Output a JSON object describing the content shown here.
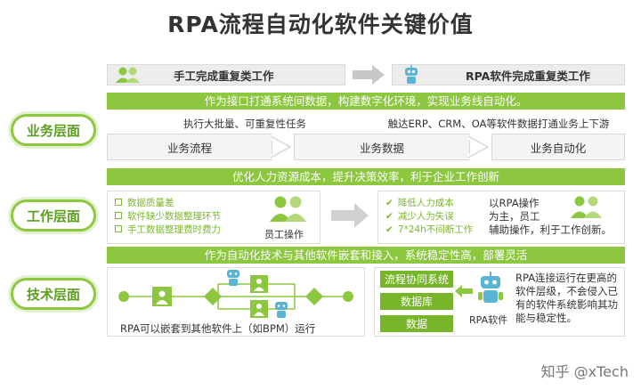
{
  "title": "RPA流程自动化软件关键价值",
  "header": {
    "left": "手工完成重复类工作",
    "right": "RPA软件完成重复类工作"
  },
  "business": {
    "label": "业务层面",
    "banner": "作为接口打通系统间数据，构建数字化环境，实现业务线自动化。",
    "left_desc": "执行大批量、可重复性任务",
    "right_desc": "触达ERP、CRM、OA等软件数据打通业务上下游",
    "flow": [
      "业务流程",
      "业务数据",
      "业务自动化"
    ]
  },
  "work": {
    "label": "工作层面",
    "banner": "优化人力资源成本，提升决策效率，利于企业工作创新",
    "problems": [
      "数据质量差",
      "软件缺少数据整理环节",
      "手工数据整理费时费力"
    ],
    "staff_label": "员工操作",
    "benefits": [
      "降低人力成本",
      "减少人为失误",
      "7*24h不间断工作"
    ],
    "rpa_desc": [
      "以RPA操作",
      "为主，员工",
      "辅助操作，利于工作创新。"
    ]
  },
  "tech": {
    "label": "技术层面",
    "banner": "作为自动化技术与其他软件嵌套和接入，系统稳定性高，部署灵活",
    "embed_caption": "RPA可以嵌套到其他软件上（如BPM）运行",
    "systems": [
      "流程协同系统",
      "数据库",
      "数据"
    ],
    "rpa_label": "RPA软件",
    "rpa_desc": [
      "RPA连接运行在更高的",
      "软件层级，不会侵入已",
      "有的软件系统影响其功",
      "能与稳定性。"
    ]
  },
  "watermark": "知乎 @xTech",
  "colors": {
    "accent": "#8dc63f",
    "accent_dark": "#5c9e1e",
    "robot": "#5bb3d6"
  }
}
